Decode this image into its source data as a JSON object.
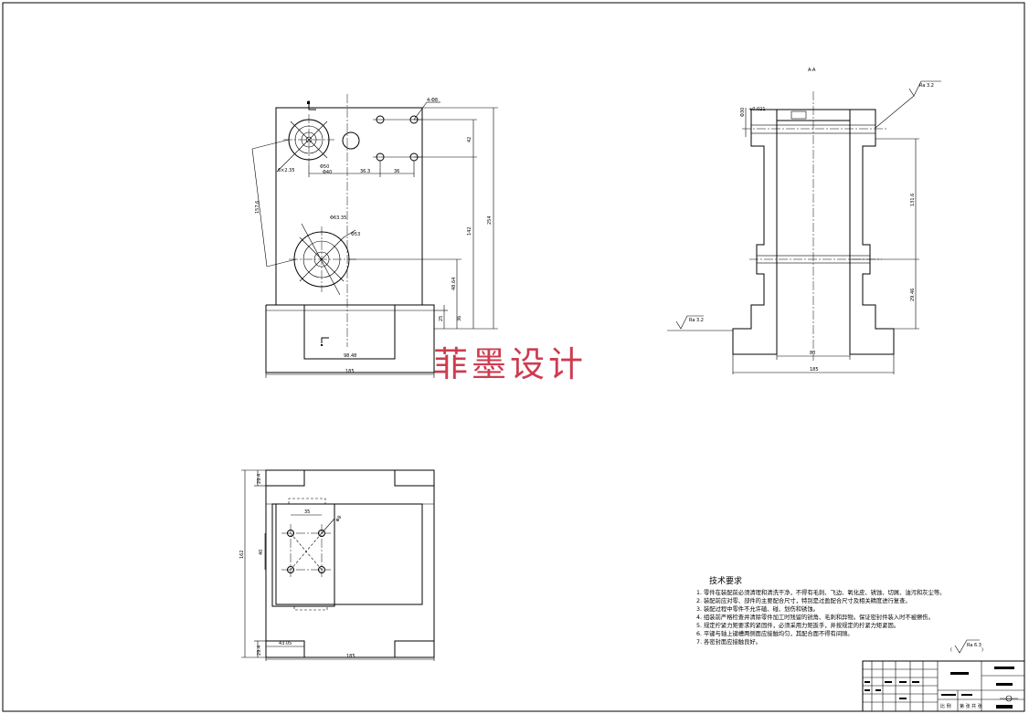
{
  "drawing": {
    "section_label": "A-A",
    "watermark": "菲墨设计"
  },
  "front_view": {
    "dims": {
      "hole_small": "4-Φ8",
      "hole_large_tol": "6×2.35",
      "hole_spacing_a": "36.3",
      "hole_spacing_b": "36",
      "hole_offset": "42",
      "height_mid": "142",
      "height_total": "254",
      "height_low": "48.64",
      "height_base": "36",
      "base_thk": "25",
      "slot_width": "98.48",
      "overall_width": "185",
      "center_dist": "157.6",
      "bore_upper": "Φ50",
      "bore_upper_b": "Φ40",
      "bore_lower": "Φ63.35",
      "bore_lower_b": "Φ53"
    }
  },
  "section_view": {
    "dims": {
      "roughness_top": "Ra 3.2",
      "roughness_left": "Ra 3.2",
      "top_bore": "Φ30",
      "top_bore_tol": "+0.021",
      "height_upper": "131.6",
      "height_lower": "29.46",
      "bore_width": "80",
      "base_width": "185"
    }
  },
  "top_view": {
    "dims": {
      "edge_top": "29.4",
      "edge_bottom": "29.4",
      "total_depth": "162",
      "hole_pitch_x": "35",
      "hole_pitch_y": "40",
      "hole_dia": "Φ8",
      "left_offset": "43.05",
      "overall_width": "185"
    }
  },
  "notes": {
    "heading": "技术要求",
    "items": [
      "1. 零件在装配前必须清理和清洗干净，不得有毛刺、飞边、氧化皮、锈蚀、切屑、油污和灰尘等。",
      "2. 装配前应对零、部件的主要配合尺寸，特别是过盈配合尺寸及相关精度进行复查。",
      "3. 装配过程中零件不允许磕、碰、划伤和锈蚀。",
      "4. 组装前严格检查并清除零件加工时残留的锐角、毛刺和异物。保证密封件装入时不被擦伤。",
      "5. 规定拧紧力矩要求的紧固件，必须采用力矩扳手，并按规定的拧紧力矩紧固。",
      "6. 平键与轴上键槽两侧面应接触均匀，其配合面不得有间隙。",
      "7. 各密封面应接触良好。"
    ],
    "roughness_general": "Ra 6.3"
  },
  "title_block": {
    "label_scale": "比 例",
    "label_sheet": "第 张 共 张"
  }
}
